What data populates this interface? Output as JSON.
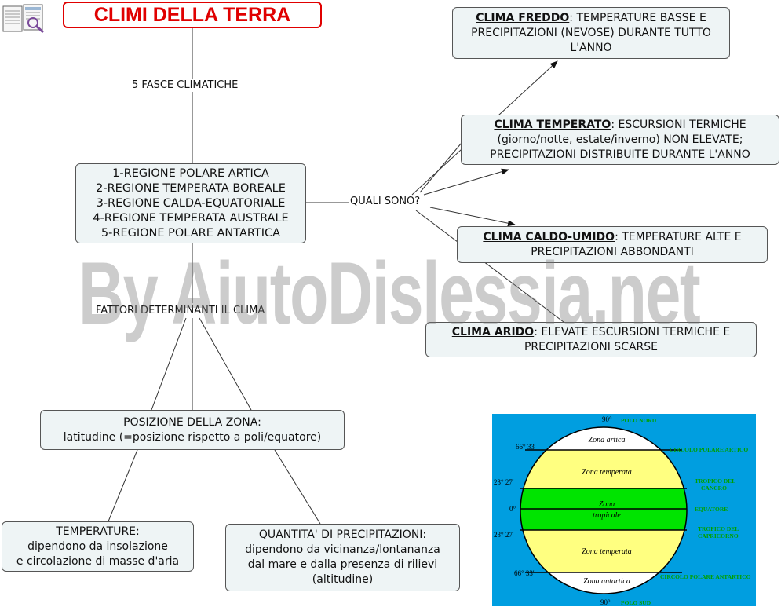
{
  "title": "CLIMI DELLA TERRA",
  "links": {
    "fasce": "5 FASCE CLIMATICHE",
    "quali": "QUALI SONO?",
    "fattori": "FATTORI DETERMINANTI IL CLIMA"
  },
  "regions": [
    "1-REGIONE POLARE ARTICA",
    "2-REGIONE TEMPERATA BOREALE",
    "3-REGIONE CALDA-EQUATORIALE",
    "4-REGIONE TEMPERATA AUSTRALE",
    "5-REGIONE POLARE ANTARTICA"
  ],
  "climates": {
    "freddo": {
      "name": "CLIMA FREDDO",
      "text": ": TEMPERATURE BASSE E PRECIPITAZIONI (NEVOSE) DURANTE TUTTO L'ANNO"
    },
    "temperato": {
      "name": "CLIMA TEMPERATO",
      "text": ": ESCURSIONI TERMICHE (giorno/notte, estate/inverno) NON ELEVATE; PRECIPITAZIONI DISTRIBUITE DURANTE L'ANNO"
    },
    "caldo": {
      "name": "CLIMA CALDO-UMIDO",
      "text": ": TEMPERATURE ALTE E PRECIPITAZIONI ABBONDANTI"
    },
    "arido": {
      "name": "CLIMA ARIDO",
      "text": ": ELEVATE ESCURSIONI TERMICHE E PRECIPITAZIONI SCARSE"
    }
  },
  "factors": {
    "posizione": {
      "line1": "POSIZIONE DELLA ZONA:",
      "line2": "latitudine (=posizione rispetto a poli/equatore)"
    },
    "temperature": {
      "line1": "TEMPERATURE:",
      "line2": "dipendono da insolazione",
      "line3": "e circolazione di masse d'aria"
    },
    "precipitazioni": {
      "line1": "QUANTITA' DI PRECIPITAZIONI:",
      "line2": "dipendono da vicinanza/lontananza",
      "line3": "dal mare e dalla presenza di rilievi",
      "line4": "(altitudine)"
    }
  },
  "watermark": "By AiutoDislessia.net",
  "globe": {
    "deg_top": "90°",
    "polo_nord": "POLO NORD",
    "deg_6633_n": "66° 33'",
    "circolo_artico": "CIRCOLO POLARE ARTICO",
    "deg_2327_n": "23° 27'",
    "tropico_cancro_1": "TROPICO DEL",
    "tropico_cancro_2": "CANCRO",
    "deg_0": "0°",
    "equatore": "EQUATORE",
    "deg_2327_s": "23° 27'",
    "tropico_capr_1": "TROPICO DEL",
    "tropico_capr_2": "CAPRICORNO",
    "deg_6633_s": "66° 33'",
    "circolo_antartico": "CIRCOLO POLARE ANTARTICO",
    "deg_bottom": "90°",
    "polo_sud": "POLO SUD",
    "zona_artica": "Zona artica",
    "zona_temperata_n": "Zona temperata",
    "zona_tropicale_1": "Zona",
    "zona_tropicale_2": "tropicale",
    "zona_temperata_s": "Zona temperata",
    "zona_antartica": "Zona antartica",
    "colors": {
      "sea": "#009ee0",
      "temperate": "#ffff80",
      "tropical": "#00e400",
      "polar": "#ffffff",
      "label": "#00a000"
    }
  },
  "colors": {
    "title": "#e00000",
    "node_bg": "#eef4f5",
    "line": "#333333"
  }
}
